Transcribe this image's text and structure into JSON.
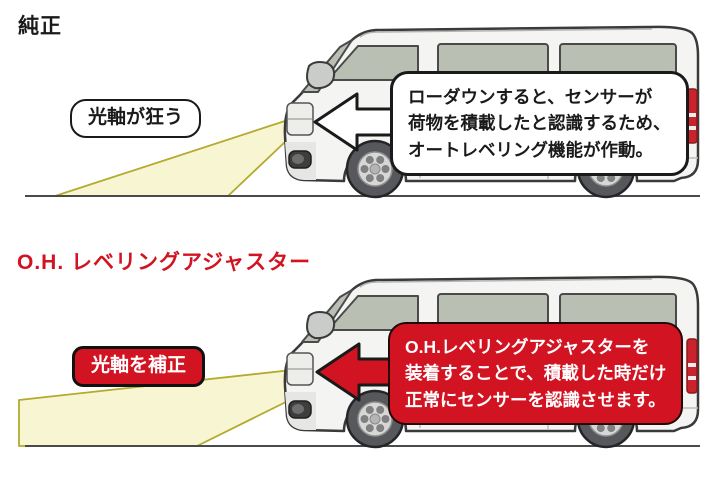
{
  "title": "headlight-leveling-comparison",
  "colors": {
    "accent_red": "#d21322",
    "beam_fill": "#f8f5d3",
    "beam_stroke": "#b4aa2e",
    "ink": "#1a1a1a",
    "van_body": "#f4f4f3",
    "window_glass": "#b9c0b3",
    "taillight_red": "#c9232e"
  },
  "sections": [
    {
      "heading": "純正",
      "label": "光軸が狂う",
      "bubble_lines": [
        "ローダウンすると、センサーが",
        "荷物を積載したと認識するため、",
        "オートレベリング機能が作動。"
      ],
      "arrow": "left-arrow-white",
      "beam_state": "tilted-down"
    },
    {
      "heading": "O.H. レベリングアジャスター",
      "label": "光軸を補正",
      "bubble_lines": [
        "O.H.レベリングアジャスターを",
        "装着することで、積載した時だけ",
        "正常にセンサーを認識させます。"
      ],
      "arrow": "left-arrow-red",
      "beam_state": "corrected"
    }
  ]
}
